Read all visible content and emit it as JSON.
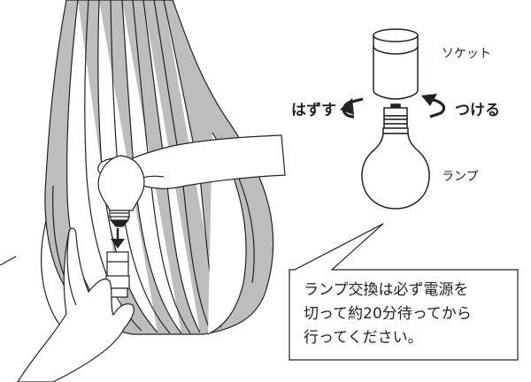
{
  "labels": {
    "socket": "ソケット",
    "remove": "はずす",
    "attach": "つける",
    "lamp": "ランプ"
  },
  "note": {
    "line1": "ランプ交換は必ず電源を",
    "line2": "切って約20分待ってから",
    "line3": "行ってください。"
  },
  "colors": {
    "line": "#222222",
    "shade_fill": "#bdbdbd",
    "background": "#ffffff"
  },
  "icons": [
    "rotate-left-arrow-icon",
    "rotate-right-arrow-icon",
    "down-arrow-icon"
  ]
}
